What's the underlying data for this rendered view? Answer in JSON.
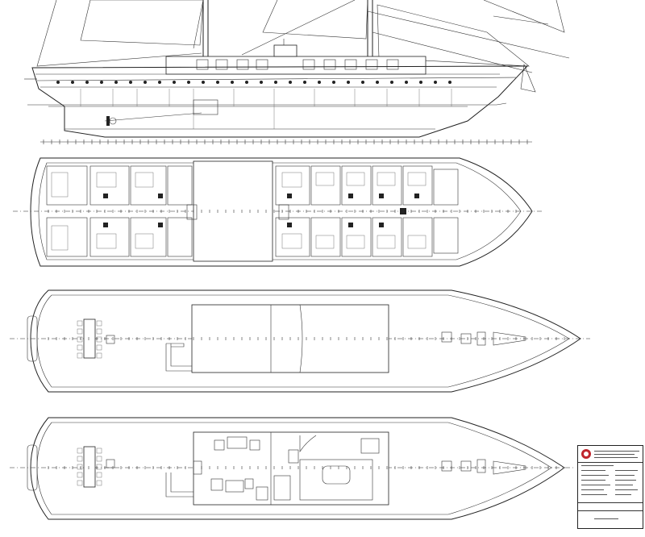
{
  "drawing": {
    "views": [
      "side-profile",
      "lower-deck-plan",
      "upper-deck-plan",
      "main-deck-plan"
    ]
  },
  "colors": {
    "line": "#222222",
    "background": "#ffffff",
    "logo_red": "#c0262d"
  },
  "icons": [
    "company-logo"
  ],
  "titleblock": {
    "company": "",
    "project": "",
    "drawing_title": ""
  }
}
